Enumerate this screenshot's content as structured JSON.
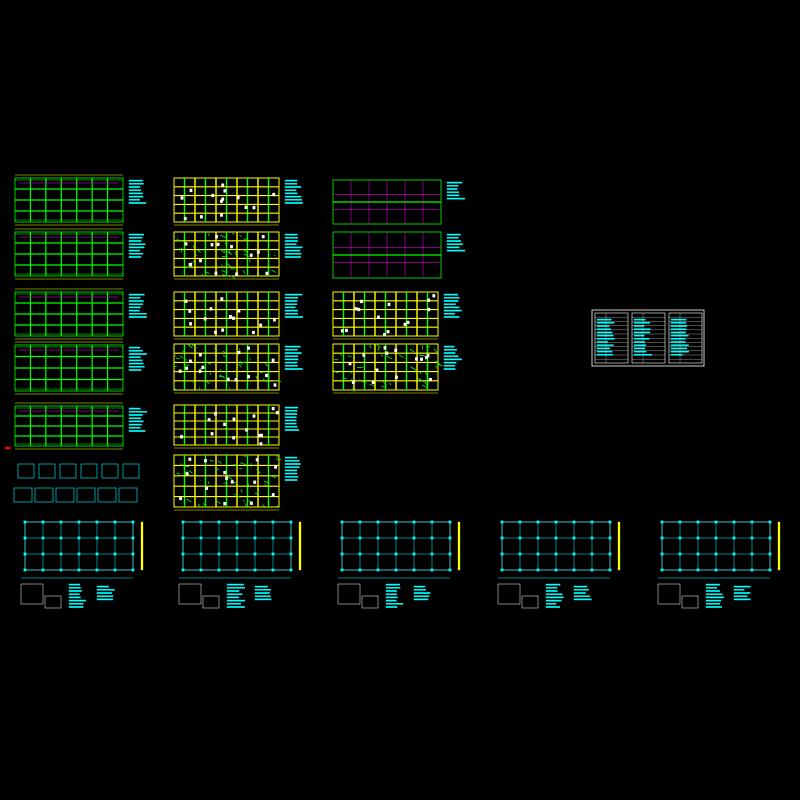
{
  "viewport": {
    "background": "#000000"
  },
  "colors": {
    "grid_green": "#00ff00",
    "frame_yellow": "#ffff00",
    "annot_cyan": "#00ffff",
    "axis_magenta": "#ff00ff",
    "marker_red": "#ff0000",
    "table_white": "#ffffff"
  },
  "drawing": {
    "sheet_blocks": [
      {
        "id": "r1c1",
        "kind": "plan-green"
      },
      {
        "id": "r1c2",
        "kind": "plan-yellow"
      },
      {
        "id": "r1c3",
        "kind": "plan-sparse"
      },
      {
        "id": "r2c1",
        "kind": "plan-green"
      },
      {
        "id": "r2c2",
        "kind": "plan-yellow"
      },
      {
        "id": "r2c3",
        "kind": "plan-yellow"
      },
      {
        "id": "r3c1",
        "kind": "plan-green-details"
      },
      {
        "id": "r3c2",
        "kind": "plan-yellow"
      },
      {
        "id": "b1",
        "kind": "cyan-plan"
      },
      {
        "id": "b2",
        "kind": "cyan-plan"
      },
      {
        "id": "b3",
        "kind": "cyan-plan"
      },
      {
        "id": "b4",
        "kind": "cyan-plan"
      },
      {
        "id": "b5",
        "kind": "cyan-plan"
      },
      {
        "id": "tables",
        "kind": "legend-tables"
      }
    ]
  }
}
